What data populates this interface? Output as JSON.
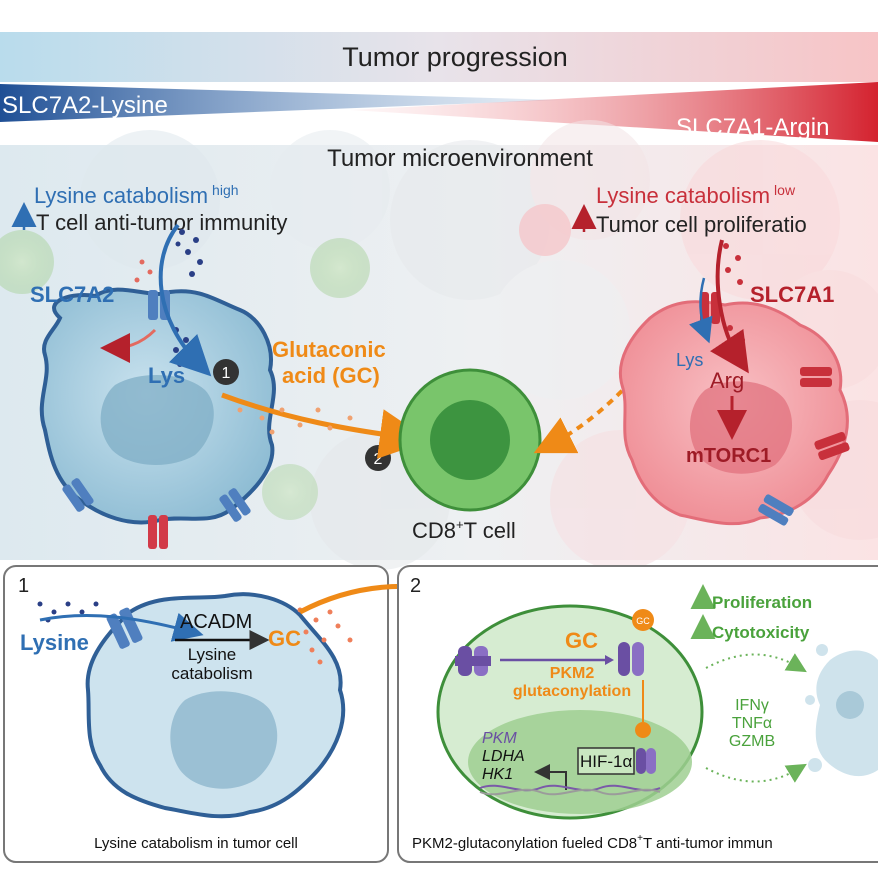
{
  "banner": {
    "title": "Tumor progression",
    "left_label": "SLC7A2-Lysine",
    "right_label": "SLC7A1-Argin"
  },
  "top_panel": {
    "environment_title": "Tumor microenvironment",
    "left_cell": {
      "heading": "Lysine catabolism",
      "heading_sup": "high",
      "effect": "T cell anti-tumor immunity",
      "transporter": "SLC7A2",
      "metabolite": "Lys"
    },
    "right_cell": {
      "heading": "Lysine catabolism",
      "heading_sup": "low",
      "effect": "Tumor cell proliferatio",
      "transporter": "SLC7A1",
      "lys": "Lys",
      "arg": "Arg",
      "pathway": "mTORC1"
    },
    "gc_label_line1": "Glutaconic",
    "gc_label_line2": "acid (GC)",
    "step1": "1",
    "step2": "2",
    "t_cell_label": "CD8",
    "t_cell_sup": "+",
    "t_cell_suffix": "T cell"
  },
  "panel1": {
    "number": "1",
    "lysine": "Lysine",
    "enzyme": "ACADM",
    "process_line1": "Lysine",
    "process_line2": "catabolism",
    "gc": "GC",
    "caption": "Lysine catabolism in tumor cell"
  },
  "panel2": {
    "number": "2",
    "gc": "GC",
    "modification_line1": "PKM2",
    "modification_line2": "glutaconylation",
    "gc_tag": "GC",
    "genes": [
      "PKM",
      "LDHA",
      "HK1"
    ],
    "hif": "HIF-1α",
    "outcome1": "Proliferation",
    "outcome2": "Cytotoxicity",
    "cytokines": [
      "IFNγ",
      "TNFα",
      "GZMB"
    ],
    "caption_prefix": "PKM2-glutaconylation fueled CD8",
    "caption_sup": "+",
    "caption_suffix": "T anti-tumor immun"
  },
  "colors": {
    "blue": "#2f6fb3",
    "red": "#c8303b",
    "orange": "#ef8a17",
    "green": "#4aa23c",
    "tumor_blue_fill": "#a9cfe0",
    "tumor_red_fill": "#f4a3aa",
    "tcell_green": "#5cb85c"
  }
}
